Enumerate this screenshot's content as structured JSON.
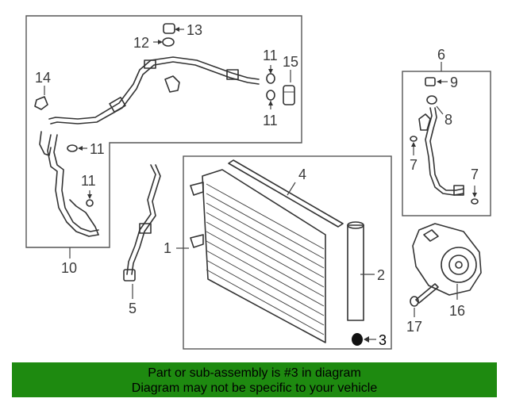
{
  "callouts": {
    "c1": "1",
    "c2": "2",
    "c3": "3",
    "c4": "4",
    "c5": "5",
    "c6": "6",
    "c7a": "7",
    "c7b": "7",
    "c8": "8",
    "c9": "9",
    "c10": "10",
    "c11a": "11",
    "c11b": "11",
    "c11c": "11",
    "c11d": "11",
    "c12": "12",
    "c13": "13",
    "c14": "14",
    "c15": "15",
    "c16": "16",
    "c17": "17"
  },
  "banner": {
    "line1": "Part or sub-assembly is #3 in diagram",
    "line2": "Diagram may not be specific to your vehicle",
    "color": "#1e8a10"
  }
}
